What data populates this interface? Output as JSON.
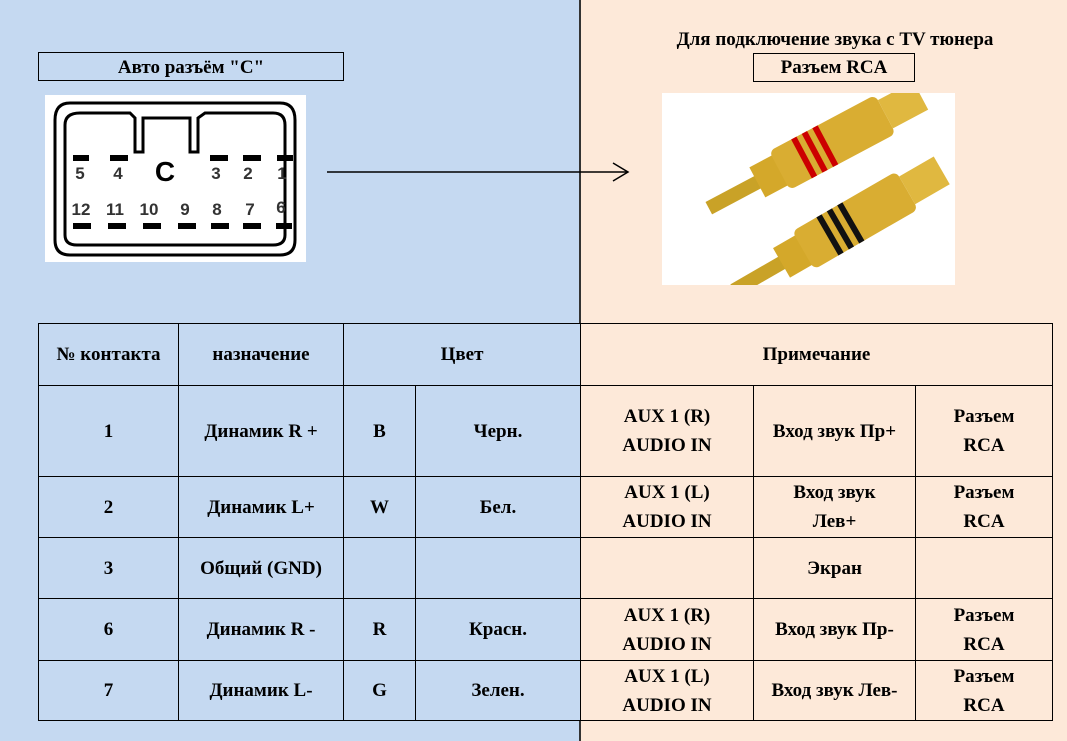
{
  "left": {
    "title": "Авто разъём \"C\"",
    "connector": {
      "letter": "C",
      "top_pins": [
        "5",
        "4",
        "3",
        "2",
        "1"
      ],
      "bottom_pins": [
        "12",
        "11",
        "10",
        "9",
        "8",
        "7",
        "6"
      ]
    }
  },
  "right": {
    "title": "Для подключение звука с TV тюнера",
    "subtitle": "Разъем RCA"
  },
  "table": {
    "headers": [
      "№ контакта",
      "назначение",
      "Цвет",
      "Примечание"
    ],
    "rows": [
      {
        "pin": "1",
        "func": "Динамик R +",
        "code": "B",
        "color": "Черн.",
        "aux": [
          "AUX 1 (R)",
          "AUDIO IN"
        ],
        "input": "Вход звук Пр+",
        "conn": [
          "Разъем",
          "RCA"
        ]
      },
      {
        "pin": "2",
        "func": "Динамик L+",
        "code": "W",
        "color": "Бел.",
        "aux": [
          "AUX 1 (L)",
          "AUDIO IN"
        ],
        "input": "Вход звук Лев+",
        "conn": [
          "Разъем",
          "RCA"
        ]
      },
      {
        "pin": "3",
        "func": "Общий (GND)",
        "code": "",
        "color": "",
        "aux": [
          "",
          ""
        ],
        "input": "Экран",
        "conn": [
          "",
          ""
        ]
      },
      {
        "pin": "6",
        "func": "Динамик R -",
        "code": "R",
        "color": "Красн.",
        "aux": [
          "AUX 1 (R)",
          "AUDIO IN"
        ],
        "input": "Вход звук Пр-",
        "conn": [
          "Разъем",
          "RCA"
        ]
      },
      {
        "pin": "7",
        "func": "Динамик L-",
        "code": "G",
        "color": "Зелен.",
        "aux": [
          "AUX 1 (L)",
          "AUDIO IN"
        ],
        "input": "Вход звук Лев-",
        "conn": [
          "Разъем",
          "RCA"
        ]
      }
    ]
  }
}
